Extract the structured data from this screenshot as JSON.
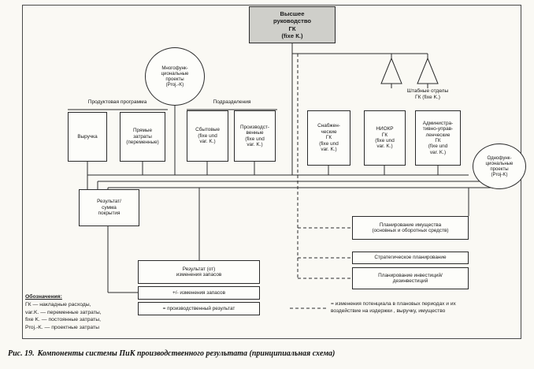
{
  "figure": {
    "caption_label": "Рис. 19.",
    "caption_text": "Компоненты системы ПиК производственного результата (принципиальная схема)"
  },
  "nodes": {
    "top_management": "Высшее\nруководство\nГК\n(fixe К.)",
    "multi_projects": "Многофунк-\nциональные\nпроекты\n(Proj.-K)",
    "product_program_label": "Продуктовая программа",
    "divisions_label": "Подразделения",
    "staff_label": "Штабные отделы\nГК (fixe K.)",
    "revenue": "Выручка",
    "direct_costs": "Прямые\nзатраты\n(переменные)",
    "sales": "Сбытовые\n(fixe und\nvar. K.)",
    "production": "Производст-\nвенные\n(fixe und\nvar. K.)",
    "procurement": "Снабжен-\nческие\nГК\n(fixe und\nvar. K.)",
    "rnd": "НИОКР\nГК\n(fixe und\nvar. K.)",
    "admin": "Администра-\nтивно-управ-\nленческие\nГК\n(fixe und\nvar. K.)",
    "single_projects": "Однофунк-\nциональные\nпроекты\n(Proj-K)",
    "result_coverage": "Результат/\nсумма\nпокрытия",
    "stock_result": "Результат (от)\nизменения запасов",
    "stock_change": "+/- изменения запасов",
    "production_result": "= производственный результат",
    "property_planning": "Планирование имущества\n(основных и оборотных средств)",
    "strategic_planning": "Стратегическое планирование",
    "investment_planning": "Планирование инвестиций/\nдезинвестиций"
  },
  "legend": {
    "title": "Обозначения:",
    "items": [
      "ГК — накладные расходы,",
      "var.K. — переменные затраты,",
      "fixe K. — постоянные затраты,",
      "Proj.-K. — проектные затраты"
    ],
    "dashed_note": "= изменения потенциала в плановых периодах и их\nвоздействие на издержки , выручку, имущество"
  }
}
